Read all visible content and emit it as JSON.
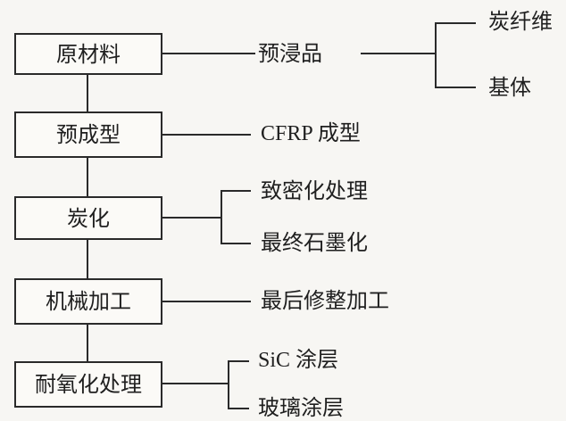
{
  "process_steps": [
    {
      "id": "raw_material",
      "label": "原材料"
    },
    {
      "id": "preform",
      "label": "预成型"
    },
    {
      "id": "carbonization",
      "label": "炭化"
    },
    {
      "id": "machining",
      "label": "机械加工"
    },
    {
      "id": "oxidation_resistance",
      "label": "耐氧化处理"
    }
  ],
  "branches": {
    "prepreg": "预浸品",
    "carbon_fiber": "炭纤维",
    "matrix": "基体",
    "cfrp_forming": "CFRP 成型",
    "densification": "致密化处理",
    "final_graphitization": "最终石墨化",
    "final_finishing": "最后修整加工",
    "sic_coating": "SiC 涂层",
    "glass_coating": "玻璃涂层"
  }
}
